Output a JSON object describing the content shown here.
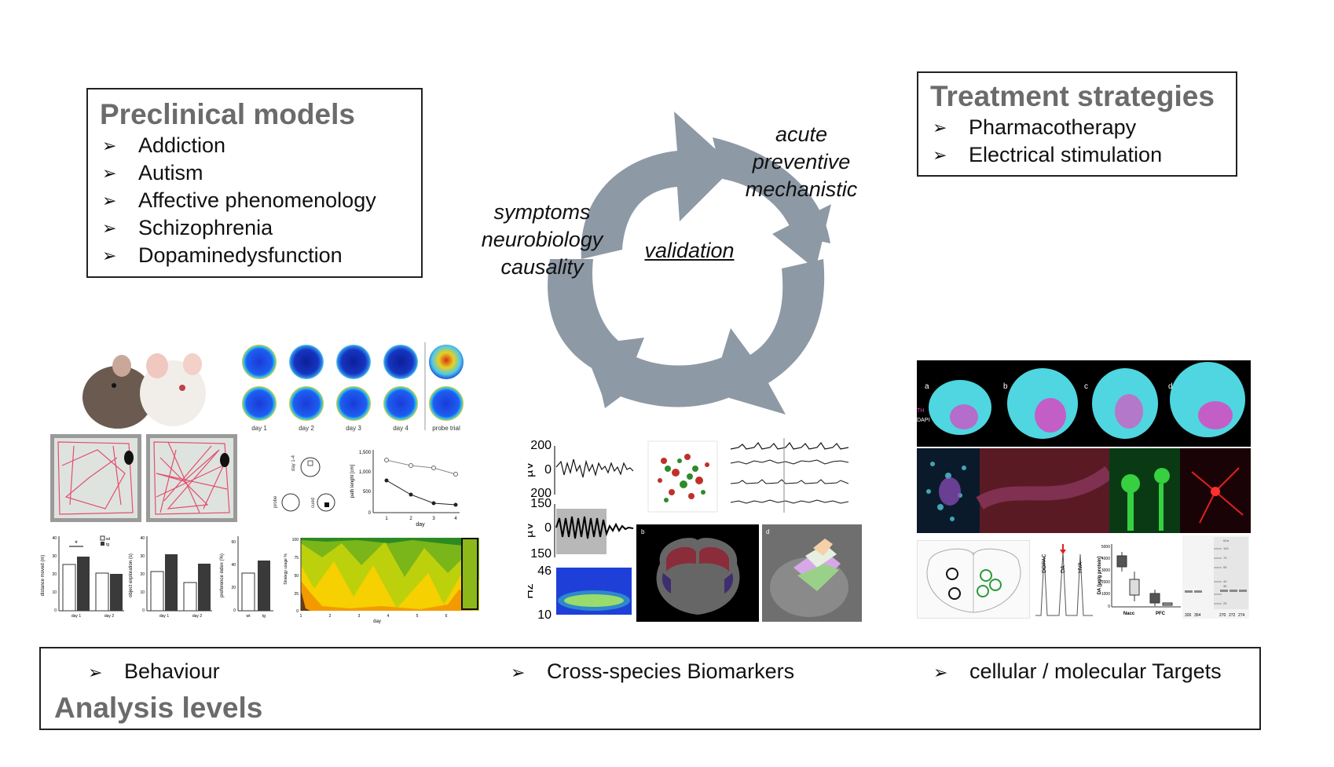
{
  "preclinical": {
    "title": "Preclinical models",
    "items": [
      "Addiction",
      "Autism",
      "Affective phenomenology",
      "Schizophrenia",
      "Dopaminedysfunction"
    ]
  },
  "treatment": {
    "title": "Treatment strategies",
    "items": [
      "Pharmacotherapy",
      "Electrical stimulation"
    ]
  },
  "cycle": {
    "left_lines": [
      "symptoms",
      "neurobiology",
      "causality"
    ],
    "right_lines": [
      "acute",
      "preventive",
      "mechanistic"
    ],
    "center": "validation",
    "arrow_color": "#8e99a6"
  },
  "analysis": {
    "title": "Analysis levels",
    "items": [
      "Behaviour",
      "Cross-species Biomarkers",
      "cellular / molecular Targets"
    ]
  },
  "figures": {
    "heatmap_labels": [
      "day 1",
      "day 2",
      "day 3",
      "day 4",
      "probe trial"
    ],
    "path_plot": {
      "ylabel": "path lenght [cm]",
      "xlabel": "day",
      "yticks": [
        "1,500",
        "1,000",
        "500",
        "0"
      ],
      "xticks": [
        "1",
        "2",
        "3",
        "4"
      ]
    },
    "maze_labels": [
      "day 1-4",
      "probe",
      "cued"
    ],
    "bar1": {
      "ylabel": "distance moved (m)",
      "legend": [
        "wt",
        "tg"
      ],
      "xticks": [
        "day 1",
        "day 2"
      ],
      "yticks": [
        "40",
        "30",
        "20",
        "10",
        "0"
      ],
      "star": "*"
    },
    "bar2": {
      "ylabel": "object exploration (s)",
      "xticks": [
        "day 1",
        "day 2"
      ],
      "yticks": [
        "40",
        "30",
        "20",
        "10",
        "0"
      ]
    },
    "bar3": {
      "ylabel": "preference index (%)",
      "xticks": [
        "wt",
        "tg"
      ],
      "yticks": [
        "60",
        "40",
        "20",
        "0"
      ]
    },
    "strategy": {
      "ylabel": "Strategy usage %",
      "xlabel": "day",
      "yticks": [
        "100",
        "75",
        "50",
        "25",
        "0"
      ],
      "xticks": [
        "1",
        "2",
        "3",
        "4",
        "5",
        "6"
      ]
    },
    "eeg": {
      "top_ticks": [
        "200",
        "0",
        "200"
      ],
      "mid_ticks": [
        "150",
        "0",
        "150"
      ],
      "unit": "µV",
      "hz_ticks": [
        "46",
        "10"
      ],
      "hz_unit": "Hz"
    },
    "brain_labels": [
      "b",
      "d"
    ],
    "fluor_labels": [
      "a",
      "b",
      "c",
      "d"
    ],
    "fluor_legend": [
      "TH",
      "DAPI"
    ],
    "hplc_labels": [
      "DOPAC",
      "DA",
      "HVA"
    ],
    "box_plot": {
      "ylabel": "DA [µg/g protein]",
      "xticks": [
        "Nacc",
        "PFC"
      ],
      "yticks": [
        "5000",
        "4000",
        "3000",
        "2000",
        "1000",
        "0"
      ]
    },
    "blot_labels": [
      "326",
      "354",
      "270",
      "272",
      "274"
    ],
    "blot_kda": [
      "kDa",
      "100",
      "70",
      "55",
      "40",
      "35",
      "25"
    ]
  }
}
